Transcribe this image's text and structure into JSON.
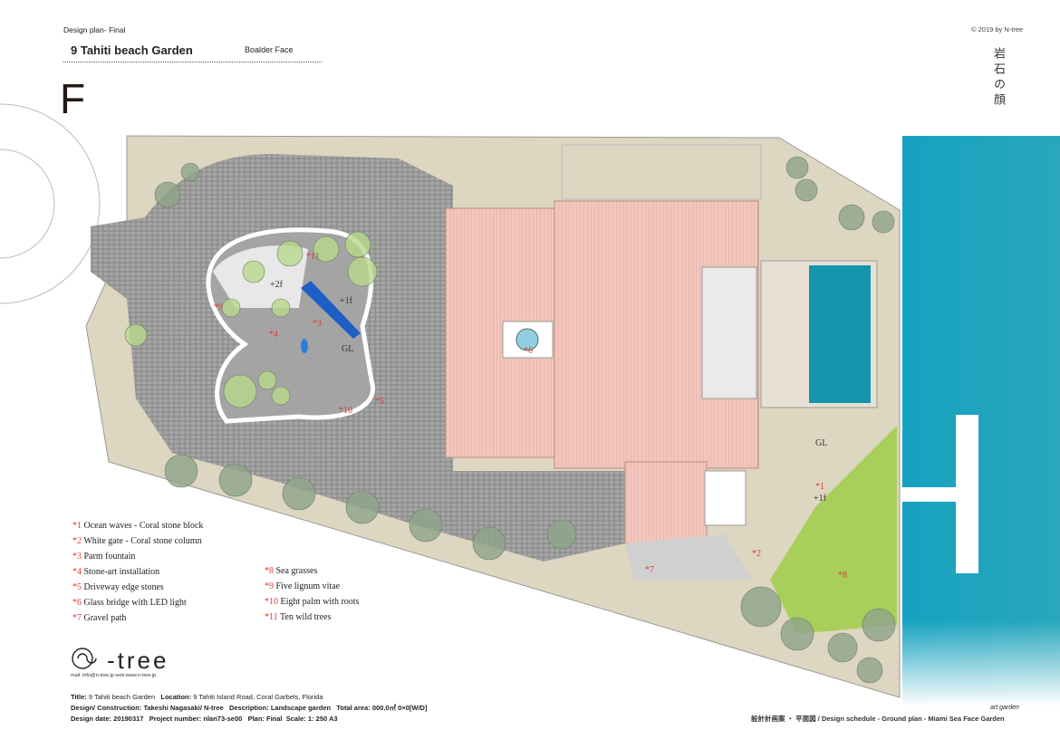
{
  "header": {
    "kicker": "Design plan- Final",
    "title": "9 Tahiti beach Garden",
    "subtitle": "Boalder Face",
    "section_letter": "F",
    "copyright": "© 2019 by N-tree",
    "vertical_title": "岩石の顔"
  },
  "plan_labels": {
    "l11": "*11",
    "l9": "*9",
    "p2f": "+2f",
    "p1f": "+1f",
    "l3": "*3",
    "l4": "*4",
    "gl1": "GL",
    "l10": "*10",
    "l5": "*5",
    "l6": "*6",
    "l7": "*7",
    "l2": "*2",
    "l1": "*1",
    "p1f_b": "+1f",
    "gl2": "GL",
    "l8": "*8"
  },
  "legend": [
    {
      "mark": "*1",
      "text": "Ocean waves - Coral stone block"
    },
    {
      "mark": "*2",
      "text": "White gate - Coral stone column"
    },
    {
      "mark": "*3",
      "text": "Parm fountain"
    },
    {
      "mark": "*4",
      "text": "Stone-art installation"
    },
    {
      "mark": "*5",
      "text": "Driveway edge stones"
    },
    {
      "mark": "*6",
      "text": "Glass bridge with LED light"
    },
    {
      "mark": "*7",
      "text": "Gravel path"
    },
    {
      "mark": "*8",
      "text": "Sea grasses"
    },
    {
      "mark": "*9",
      "text": "Five lignum vitae"
    },
    {
      "mark": "*10",
      "text": "Eight palm with roots"
    },
    {
      "mark": "*11",
      "text": "Ten wild trees"
    }
  ],
  "logo": {
    "name": "-tree",
    "contact": "mail: info@n-tree.jp   web:www.n-tree.jp"
  },
  "info": {
    "title_label": "Title:",
    "title": "9 Tahiti beach Garden",
    "location_label": "Location:",
    "location": "9 Tahiti Island Road, Coral Garbels, Florida",
    "design_label": "Design/ Construction:",
    "design": "Takeshi Nagasaki/ N-tree",
    "desc_label": "Description:",
    "desc": "Landscape garden",
    "area_label": "Total area:",
    "area": "000.0㎡  0×0[W/D]",
    "date_label": "Design date:",
    "date": "20190317",
    "project_label": "Project number:",
    "project": "nlan73-se00",
    "plan_label": "Plan:",
    "plan": "Final",
    "scale_label": "Scale:",
    "scale": "1: 250  A3"
  },
  "footer": {
    "art": "art garden",
    "schedule": "設計計画案 ・ 平面図 / Design schedule - Ground plan - Miami Sea Face Garden"
  },
  "colors": {
    "ocean": "#1a9fb8",
    "pool": "#1595ad",
    "roof": "#f0c2b8",
    "lot": "#ddd6c0",
    "driveway": "#8d8d8d",
    "grass": "#a8cf5a",
    "marker": "#e03a3a"
  }
}
